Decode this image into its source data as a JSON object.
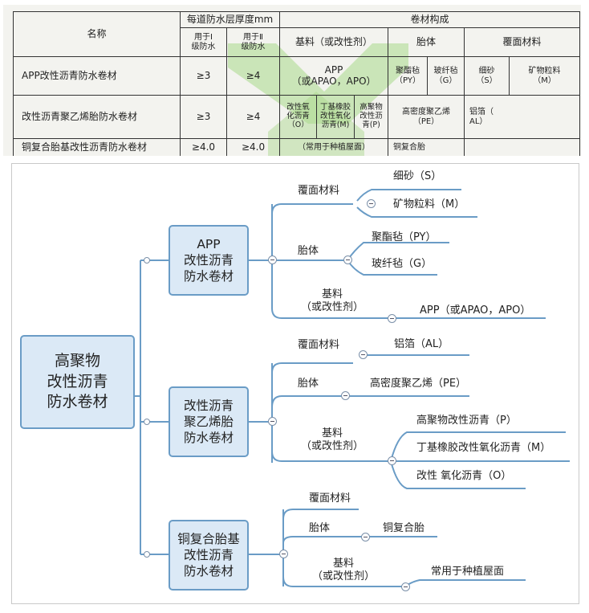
{
  "table": {
    "header": {
      "name": "名称",
      "thickness": "每道防水层厚度mm",
      "grade1": "用于Ⅰ\n级防水",
      "grade2": "用于Ⅱ\n级防水",
      "composition": "卷材构成",
      "base": "基料（或改性剂）",
      "carrier": "胎体",
      "surface": "覆面材料"
    },
    "rows": [
      {
        "name": "APP改性沥青防水卷材",
        "g1": "≥3",
        "g2": "≥4",
        "base": "APP\n（或APAO，APO）",
        "carrier": [
          "聚酯毡\n（PY）",
          "玻纤毡\n（G）"
        ],
        "surface": [
          "细砂\n（S）",
          "矿物粒料\n（M）"
        ]
      },
      {
        "name": "改性沥青聚乙烯胎防水卷材",
        "g1": "≥3",
        "g2": "≥4",
        "base": [
          "改性氧\n化沥青\n（O）",
          "丁基橡胶\n改性氧化\n沥青(M)",
          "高聚物\n改性沥\n青(P)"
        ],
        "carrier": "高密度聚乙烯\n（PE）",
        "surface": "铝箔（\nAL）"
      },
      {
        "name": "铜复合胎基改性沥青防水卷材",
        "g1": "≥4.0",
        "g2": "≥4.0",
        "base": "（常用于种植屋面）",
        "carrier": "铜复合胎",
        "surface": ""
      }
    ]
  },
  "mindmap": {
    "root": "高聚物\n改性沥青\n防水卷材",
    "branches": [
      {
        "title": "APP\n改性沥青\n防水卷材",
        "surface_label": "覆面材料",
        "surface_items": [
          "细砂（S）",
          "矿物粒料（M）"
        ],
        "carrier_label": "胎体",
        "carrier_items": [
          "聚酯毡（PY）",
          "玻纤毡（G）"
        ],
        "base_label": "基料\n（或改性剂）",
        "base_items": [
          "APP（或APAO，APO）"
        ]
      },
      {
        "title": "改性沥青\n聚乙烯胎\n防水卷材",
        "surface_label": "覆面材料",
        "surface_items": [
          "铝箔（AL）"
        ],
        "carrier_label": "胎体",
        "carrier_items": [
          "高密度聚乙烯（PE）"
        ],
        "base_label": "基料\n（或改性剂）",
        "base_items": [
          "高聚物改性沥青（P）",
          "丁基橡胶改性氧化沥青（M）",
          "改性 氧化沥青（O）"
        ]
      },
      {
        "title": "铜复合胎基\n改性沥青\n防水卷材",
        "surface_label": "覆面材料",
        "carrier_label": "胎体",
        "carrier_items": [
          "铜复合胎"
        ],
        "base_label": "基料\n（或改性剂）",
        "base_items": [
          "常用于种植屋面"
        ]
      }
    ],
    "colors": {
      "line": "#6a9cc6",
      "box_fill": "#dbe9f6",
      "box_border": "#6a9cc6"
    }
  }
}
